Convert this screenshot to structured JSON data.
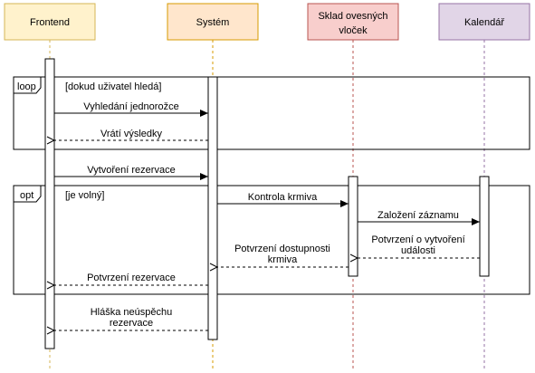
{
  "participants": [
    {
      "id": "frontend",
      "name": "Frontend",
      "fill": "#fff2cc",
      "stroke": "#d6b656"
    },
    {
      "id": "system",
      "name": "Systém",
      "fill": "#ffe6cc",
      "stroke": "#d79b00"
    },
    {
      "id": "sklad",
      "name_lines": [
        "Sklad ovesných",
        "vloček"
      ],
      "fill": "#f8cecc",
      "stroke": "#b85450"
    },
    {
      "id": "kalendar",
      "name": "Kalendář",
      "fill": "#e1d5e7",
      "stroke": "#9673a6"
    }
  ],
  "fragments": {
    "loop": {
      "operator": "loop",
      "guard": "[dokud uživatel hledá]"
    },
    "opt": {
      "operator": "opt",
      "guard": "[je volný]"
    }
  },
  "messages": {
    "m1": {
      "label": "Vyhledání jednorožce"
    },
    "m2": {
      "label": "Vrátí výsledky"
    },
    "m3": {
      "label": "Vytvoření rezervace"
    },
    "m4": {
      "label": "Kontrola krmiva"
    },
    "m5": {
      "label": "Založení záznamu"
    },
    "m6": {
      "label_lines": [
        "Potvrzení o vytvoření",
        "události"
      ]
    },
    "m7": {
      "label_lines": [
        "Potvrzení dostupnosti",
        "krmiva"
      ]
    },
    "m8": {
      "label": "Potvrzení rezervace"
    },
    "m9": {
      "label_lines": [
        "Hláška neúspěchu",
        "rezervace"
      ]
    }
  }
}
